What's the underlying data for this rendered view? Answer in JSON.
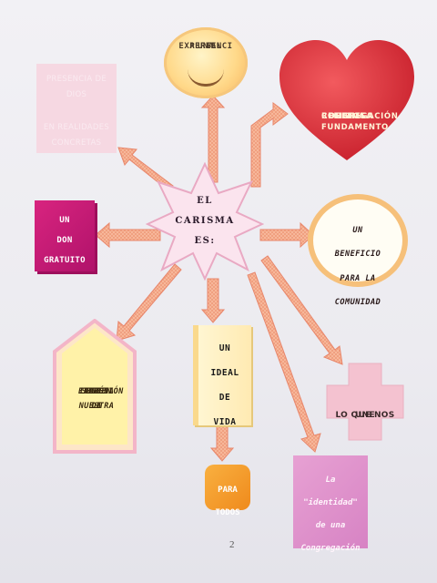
{
  "center": {
    "lines": [
      "EL",
      "CARISMA",
      "ES:"
    ]
  },
  "nodes": {
    "experiencia": {
      "lines": [
        "UNA",
        "EXPERIENCI",
        "A REAL"
      ]
    },
    "fundamento": {
      "lines": [
        "EL FUNDAMENTO",
        "DE UNA",
        "CONGREGACIÓN",
        "RELIGIOSA"
      ]
    },
    "presencia": {
      "lines_top": [
        "PRESENCIA DE",
        "DIOS"
      ],
      "lines_bottom": [
        "EN REALIDADES",
        "CONCRETAS"
      ]
    },
    "don": {
      "lines": [
        "UN",
        "DON",
        "GRATUITO"
      ]
    },
    "beneficio": {
      "lines": [
        "UN",
        "BENEFICIO",
        "PARA LA",
        "COMUNIDAD"
      ]
    },
    "expresion": {
      "lines": [
        "LA",
        "EXPRESIÓN",
        "DE NUESTRA",
        "RAZÓN DE",
        "SER EN LA",
        "IGLESIA"
      ]
    },
    "ideal": {
      "lines": [
        "UN",
        "IDEAL",
        "DE",
        "VIDA"
      ]
    },
    "todos": {
      "lines": [
        "PARA",
        "TODOS"
      ]
    },
    "une": {
      "lines": [
        "LO QUE NOS",
        "UNE"
      ]
    },
    "identidad": {
      "lines": [
        "La",
        "\"identidad\"",
        "de una",
        "Congregación"
      ]
    }
  },
  "page_number": "2",
  "colors": {
    "arrow_fill": "#f7b79a",
    "arrow_stroke": "#e8866b",
    "heart_red": "#e0323c",
    "magenta": "#c8197a",
    "star_fill": "#fbe4ee",
    "orange": "#f39a26",
    "purple": "#dd8fca",
    "cross_pink": "#f4c2d0"
  }
}
